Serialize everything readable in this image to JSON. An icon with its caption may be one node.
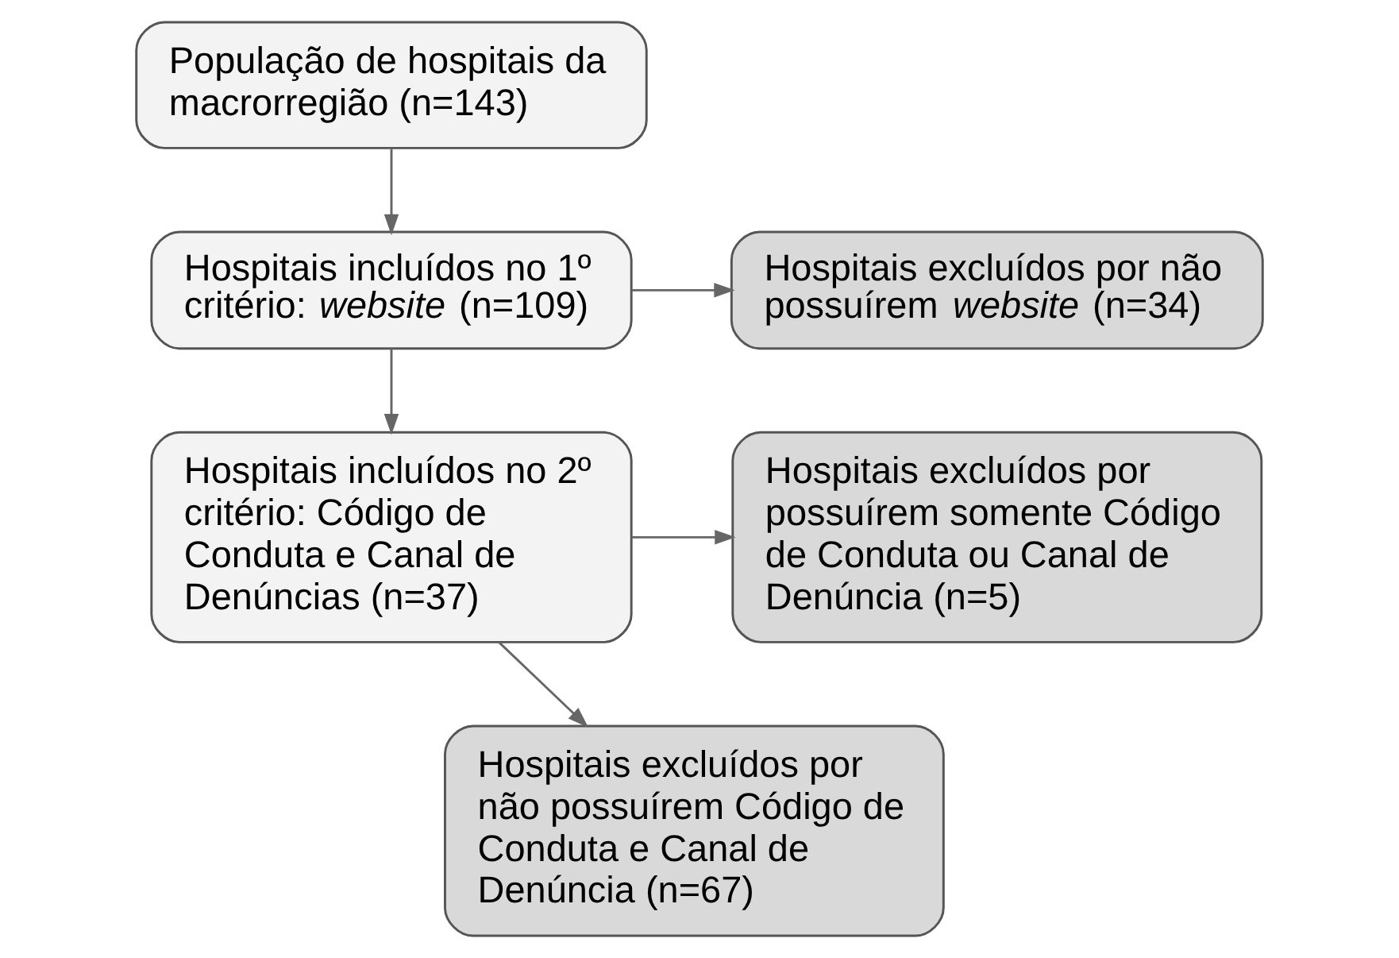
{
  "diagram": {
    "nodes": [
      {
        "text": [
          "População de hospitais da macrorregião (n=143)"
        ]
      },
      {
        "text": [
          "Hospitais incluídos no 1º critério: *website* (n=109)"
        ]
      },
      {
        "text": [
          "Hospitais excluídos por não possuírem *website* (n=34)"
        ]
      },
      {
        "text": [
          "Hospitais incluídos no 2º critério: Código de Conduta e Canal de Denúncias (n=37)"
        ]
      },
      {
        "text": [
          "Hospitais excluídos por possuírem somente Código de Conduta ou Canal de Denúncia (n=5)"
        ]
      },
      {
        "text": [
          "Hospitais excluídos por não possuírem Código de Conduta e Canal de Denúncia (n=67)"
        ]
      }
    ],
    "edges": [
      {
        "from": 0,
        "to": 1,
        "arrow": "to"
      },
      {
        "from": 1,
        "to": 2,
        "arrow": "to"
      },
      {
        "from": 1,
        "to": 3,
        "arrow": "to"
      },
      {
        "from": 3,
        "to": 4,
        "arrow": "to"
      },
      {
        "from": 3,
        "to": 5,
        "arrow": "to"
      }
    ]
  }
}
